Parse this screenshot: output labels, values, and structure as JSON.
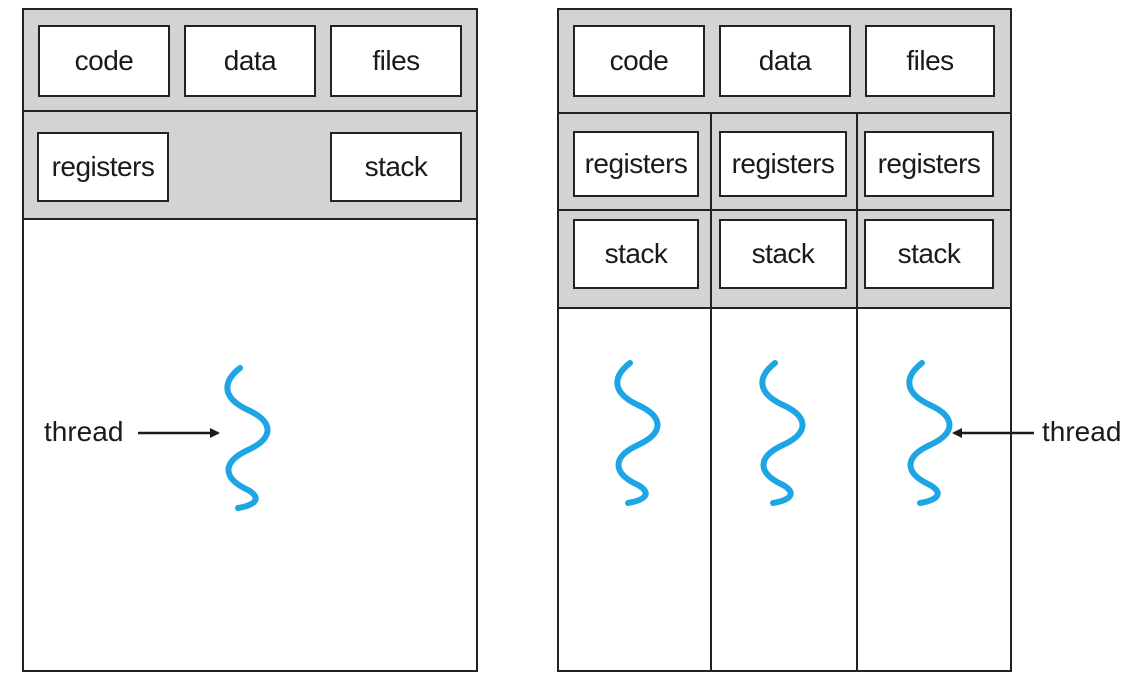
{
  "single_threaded": {
    "shared_row": [
      "code",
      "data",
      "files"
    ],
    "registers": "registers",
    "stack": "stack",
    "thread_label": "thread"
  },
  "multi_threaded": {
    "shared_row": [
      "code",
      "data",
      "files"
    ],
    "threads": [
      {
        "registers": "registers",
        "stack": "stack"
      },
      {
        "registers": "registers",
        "stack": "stack"
      },
      {
        "registers": "registers",
        "stack": "stack"
      }
    ],
    "thread_label": "thread"
  },
  "colors": {
    "band_gray": "#d3d3d3",
    "thread_blue": "#1ea5e6",
    "outline": "#222222"
  },
  "icons": [
    "thread-squiggle-icon",
    "arrow-right-icon",
    "arrow-left-icon"
  ]
}
